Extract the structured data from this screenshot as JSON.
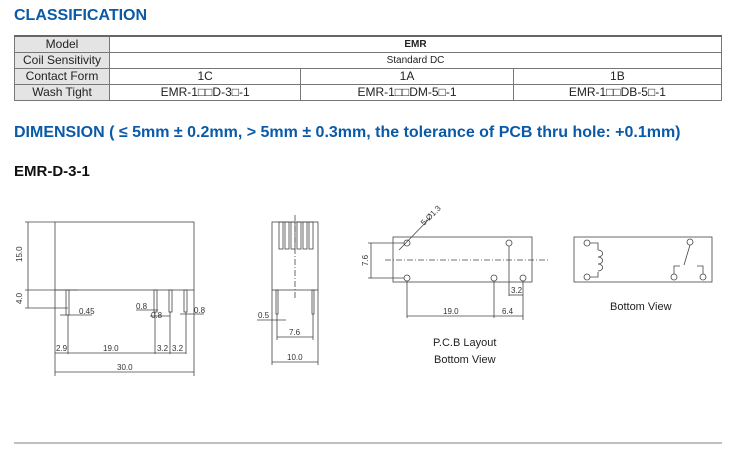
{
  "classification": {
    "title": "CLASSIFICATION",
    "rows": [
      {
        "label": "Model",
        "value": "EMR"
      },
      {
        "label": "Coil Sensitivity",
        "value": "Standard DC"
      },
      {
        "label": "Contact Form",
        "values": [
          "1C",
          "1A",
          "1B"
        ]
      },
      {
        "label": "Wash Tight",
        "values": [
          "EMR-1□□D-3□-1",
          "EMR-1□□DM-5□-1",
          "EMR-1□□DB-5□-1"
        ]
      }
    ]
  },
  "dimension": {
    "title": "DIMENSION ( ≤ 5mm ± 0.2mm, > 5mm ± 0.3mm, the tolerance of PCB thru hole: +0.1mm)",
    "model": "EMR-D-3-1",
    "front": {
      "height": "15.0",
      "pin_len": "4.0",
      "pin_w": "0.45",
      "p1": "0.8",
      "p2": "0.8",
      "p3": "0.8",
      "d1": "2.9",
      "d2": "19.0",
      "d3": "3.2",
      "d4": "3.2",
      "total": "30.0"
    },
    "side": {
      "pin_t": "0.5",
      "pitch": "7.6",
      "width": "10.0"
    },
    "pcb": {
      "holes": "5-Ø1.3",
      "pitch": "7.6",
      "d1": "3.2",
      "d2": "19.0",
      "d3": "6.4",
      "caption1": "P.C.B Layout",
      "caption2": "Bottom View"
    },
    "schematic": {
      "caption": "Bottom View"
    }
  }
}
